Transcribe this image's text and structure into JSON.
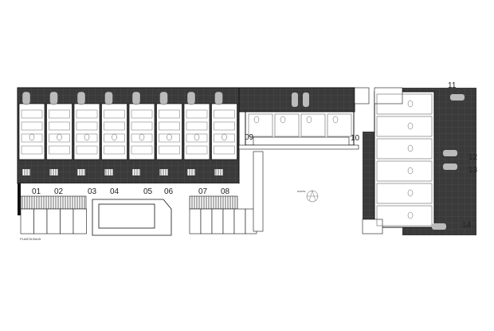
{
  "plan": {
    "title": "PLANTA BAJA",
    "north_label": "NORTE",
    "unit_numbers": [
      "01",
      "02",
      "03",
      "04",
      "05",
      "06",
      "07",
      "08",
      "09",
      "10",
      "11",
      "12",
      "13",
      "14"
    ],
    "colors": {
      "paving": "#3a3a3a",
      "wall": "#111111",
      "background": "#ffffff"
    }
  }
}
